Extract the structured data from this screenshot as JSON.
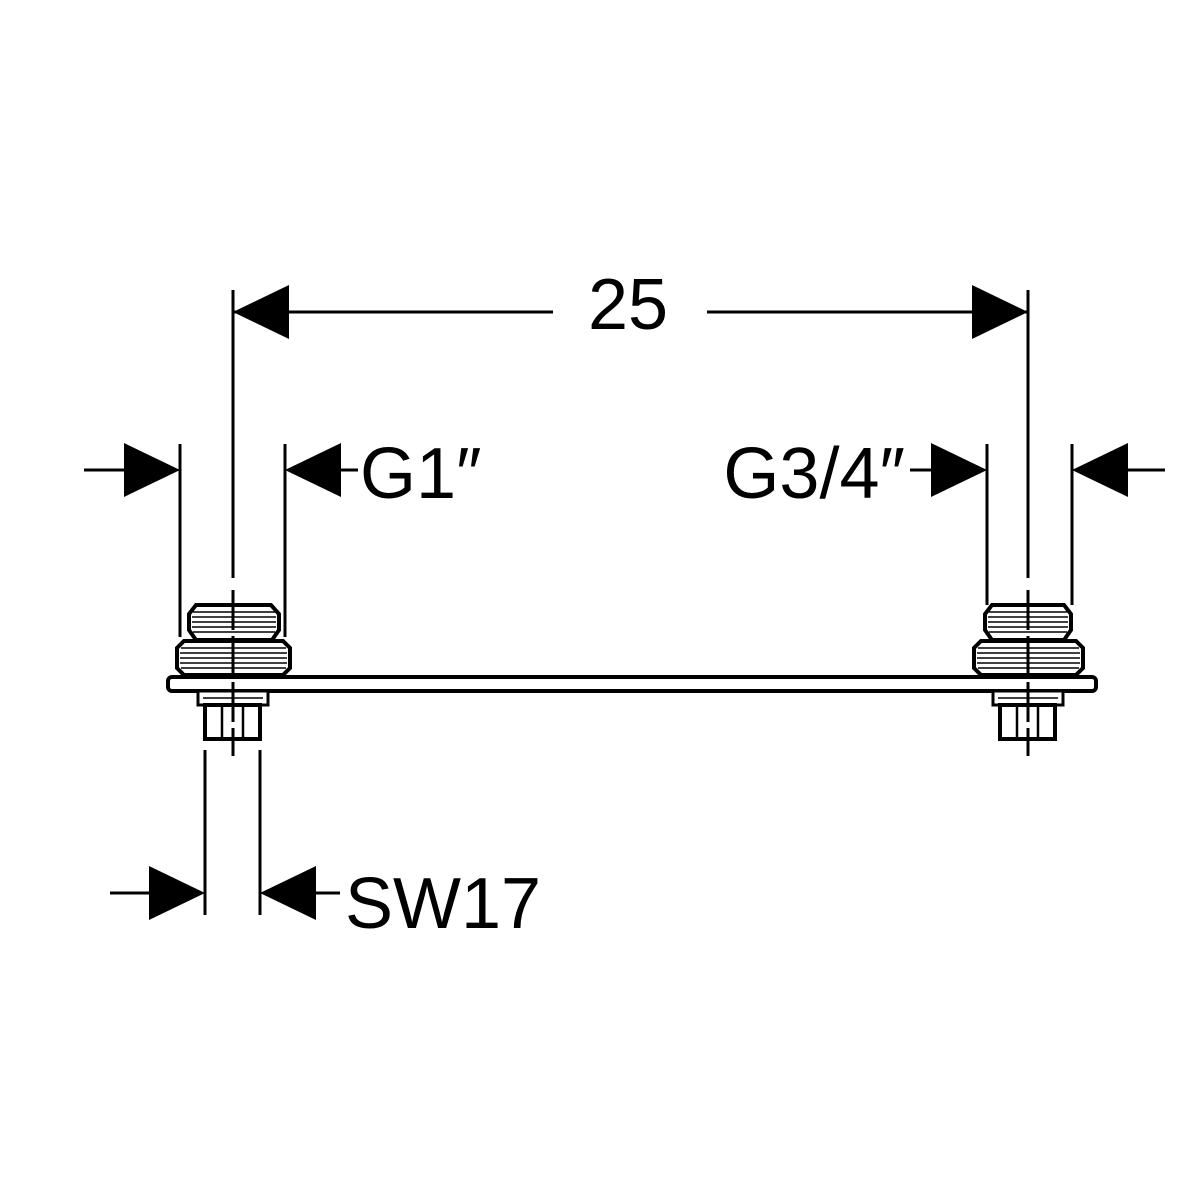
{
  "dimensions": {
    "center_distance": "25",
    "left_thread": "G1″",
    "right_thread": "G3/4″",
    "wrench_size": "SW17"
  },
  "colors": {
    "line": "#000000",
    "background": "#ffffff"
  }
}
